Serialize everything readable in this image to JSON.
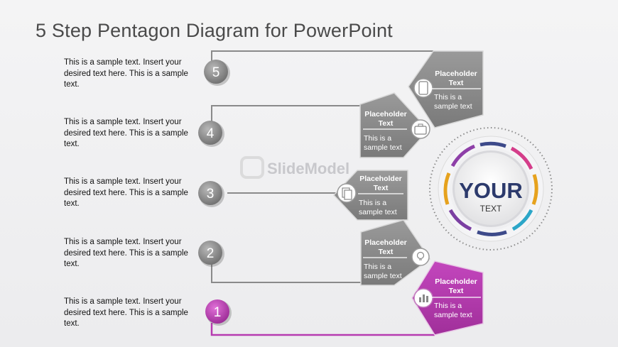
{
  "title": "5 Step Pentagon Diagram for PowerPoint",
  "colors": {
    "gray": "#8a8a8a",
    "accent": "#b63bb0",
    "line_gray": "#888888"
  },
  "steps": [
    {
      "number": "5",
      "text": "This is a sample text. Insert your desired text here. This is a sample text.",
      "heading": "Placeholder Text",
      "body": "This is a sample text",
      "icon": "smartphone-icon"
    },
    {
      "number": "4",
      "text": "This is a sample text. Insert your desired text here. This is a sample text.",
      "heading": "Placeholder Text",
      "body": "This is a sample text",
      "icon": "briefcase-icon"
    },
    {
      "number": "3",
      "text": "This is a sample text. Insert your desired text here. This is a sample text.",
      "heading": "Placeholder Text",
      "body": "This is a sample text",
      "icon": "documents-icon"
    },
    {
      "number": "2",
      "text": "This is a sample text. Insert your desired text here. This is a sample text.",
      "heading": "Placeholder Text",
      "body": "This is a sample text",
      "icon": "lightbulb-icon"
    },
    {
      "number": "1",
      "text": "This is a sample text. Insert your desired text here. This is a sample text.",
      "heading": "Placeholder Text",
      "body": "This is a sample text",
      "icon": "bar-chart-icon"
    }
  ],
  "center": {
    "main": "YOUR",
    "sub": "TEXT"
  },
  "watermark": "SlideModel"
}
